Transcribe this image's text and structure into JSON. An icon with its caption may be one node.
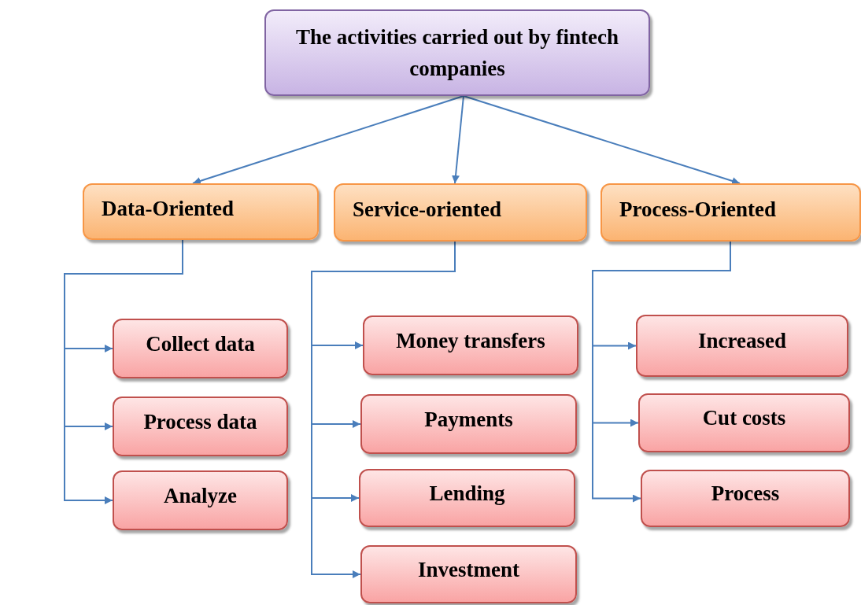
{
  "diagram": {
    "nodes": [
      {
        "text": [
          "The activities carried out by fintech companies"
        ]
      },
      {
        "text": [
          "Data-Oriented"
        ]
      },
      {
        "text": [
          "Service-oriented"
        ]
      },
      {
        "text": [
          "Process-Oriented"
        ]
      },
      {
        "text": [
          "Collect data"
        ]
      },
      {
        "text": [
          "Process data"
        ]
      },
      {
        "text": [
          "Analyze"
        ]
      },
      {
        "text": [
          "Money transfers"
        ]
      },
      {
        "text": [
          "Payments"
        ]
      },
      {
        "text": [
          "Lending"
        ]
      },
      {
        "text": [
          "Investment"
        ]
      },
      {
        "text": [
          "Increased"
        ]
      },
      {
        "text": [
          "Cut costs"
        ]
      },
      {
        "text": [
          "Process"
        ]
      }
    ],
    "edges": [
      {
        "from": 0,
        "to": 1,
        "arrow": "to"
      },
      {
        "from": 0,
        "to": 2,
        "arrow": "to"
      },
      {
        "from": 0,
        "to": 3,
        "arrow": "to"
      },
      {
        "from": 1,
        "to": 4,
        "arrow": "to"
      },
      {
        "from": 1,
        "to": 5,
        "arrow": "to"
      },
      {
        "from": 1,
        "to": 6,
        "arrow": "to"
      },
      {
        "from": 2,
        "to": 7,
        "arrow": "to"
      },
      {
        "from": 2,
        "to": 8,
        "arrow": "to"
      },
      {
        "from": 2,
        "to": 9,
        "arrow": "to"
      },
      {
        "from": 2,
        "to": 10,
        "arrow": "to"
      },
      {
        "from": 3,
        "to": 11,
        "arrow": "to"
      },
      {
        "from": 3,
        "to": 12,
        "arrow": "to"
      },
      {
        "from": 3,
        "to": 13,
        "arrow": "to"
      }
    ]
  }
}
